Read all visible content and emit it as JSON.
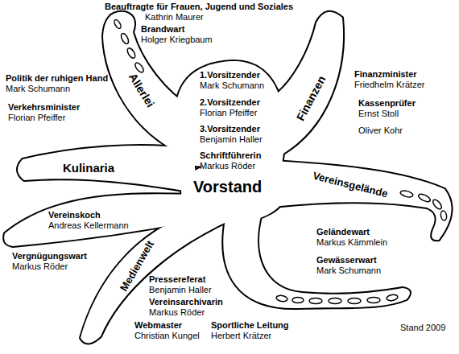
{
  "diagram": {
    "nodes": [
      {
        "text": [
          "1.Vorsitzender",
          "Mark Schumann",
          "2.Vorsitzender",
          "Florian Pfeiffer",
          "3.Vorsitzender",
          "Benjamin Haller",
          "Schriftführerin",
          "Markus Röder",
          "Vorstand"
        ]
      },
      {
        "text": [
          "Allerlei"
        ]
      },
      {
        "text": [
          "Finanzen"
        ]
      },
      {
        "text": [
          "Kulinaria"
        ]
      },
      {
        "text": [
          "Vereinsgelände"
        ]
      },
      {
        "text": [
          "Medienwelt"
        ]
      }
    ],
    "labels": [
      "Beauftragte für Frauen, Jugend und Soziales",
      "Kathrin Maurer",
      "Brandwart",
      "Holger Kriegbaum",
      "Politik der ruhigen Hand",
      "Mark Schumann",
      "Verkehrsminister",
      "Florian Pfeiffer",
      "Finanzminister",
      "Friedhelm Krätzer",
      "Kassenprüfer",
      "Ernst Stoll",
      "Oliver Kohr",
      "Vereinskoch",
      "Andreas Kellermann",
      "Vergnügungswart",
      "Markus Röder",
      "Geländewart",
      "Markus Kämmlein",
      "Gewässerwart",
      "Mark Schumann",
      "Pressereferat",
      "Benjamin Haller",
      "Vereinsarchivarin",
      "Markus Röder",
      "Webmaster",
      "Christian Kungel",
      "Sportliche Leitung",
      "Herbert Krätzer",
      "Stand 2009"
    ]
  }
}
